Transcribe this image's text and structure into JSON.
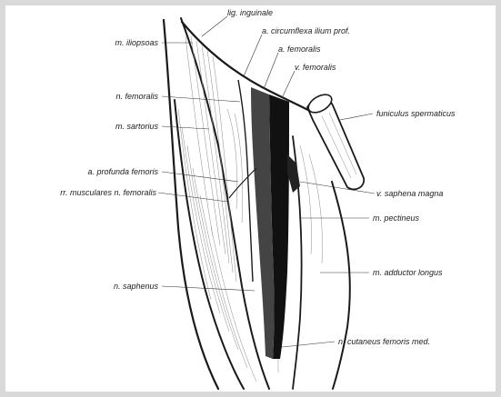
{
  "figure": {
    "labels": {
      "lig_inguinale": "lig. inguinale",
      "a_circumflexa": "a. circumflexa ilium prof.",
      "m_iliopsoas": "m. iliopsoas",
      "a_femoralis": "a. femoralis",
      "v_femoralis": "v. femoralis",
      "n_femoralis": "n. femoralis",
      "funiculus": "funiculus spermaticus",
      "m_sartorius": "m. sartorius",
      "a_profunda": "a. profunda femoris",
      "v_saphena": "v. saphena magna",
      "nn_musculares": "rr. musculares n. femoralis",
      "m_pectineus": "m. pectineus",
      "m_adductor": "m. adductor longus",
      "n_saphenus": "n. saphenus",
      "n_cutaneus": "n. cutaneus femoris med."
    },
    "colors": {
      "ink": "#1a1a1a",
      "hatch": "#8a8a8a",
      "vessel": "#111111",
      "frame": "#d9d9d9"
    }
  }
}
